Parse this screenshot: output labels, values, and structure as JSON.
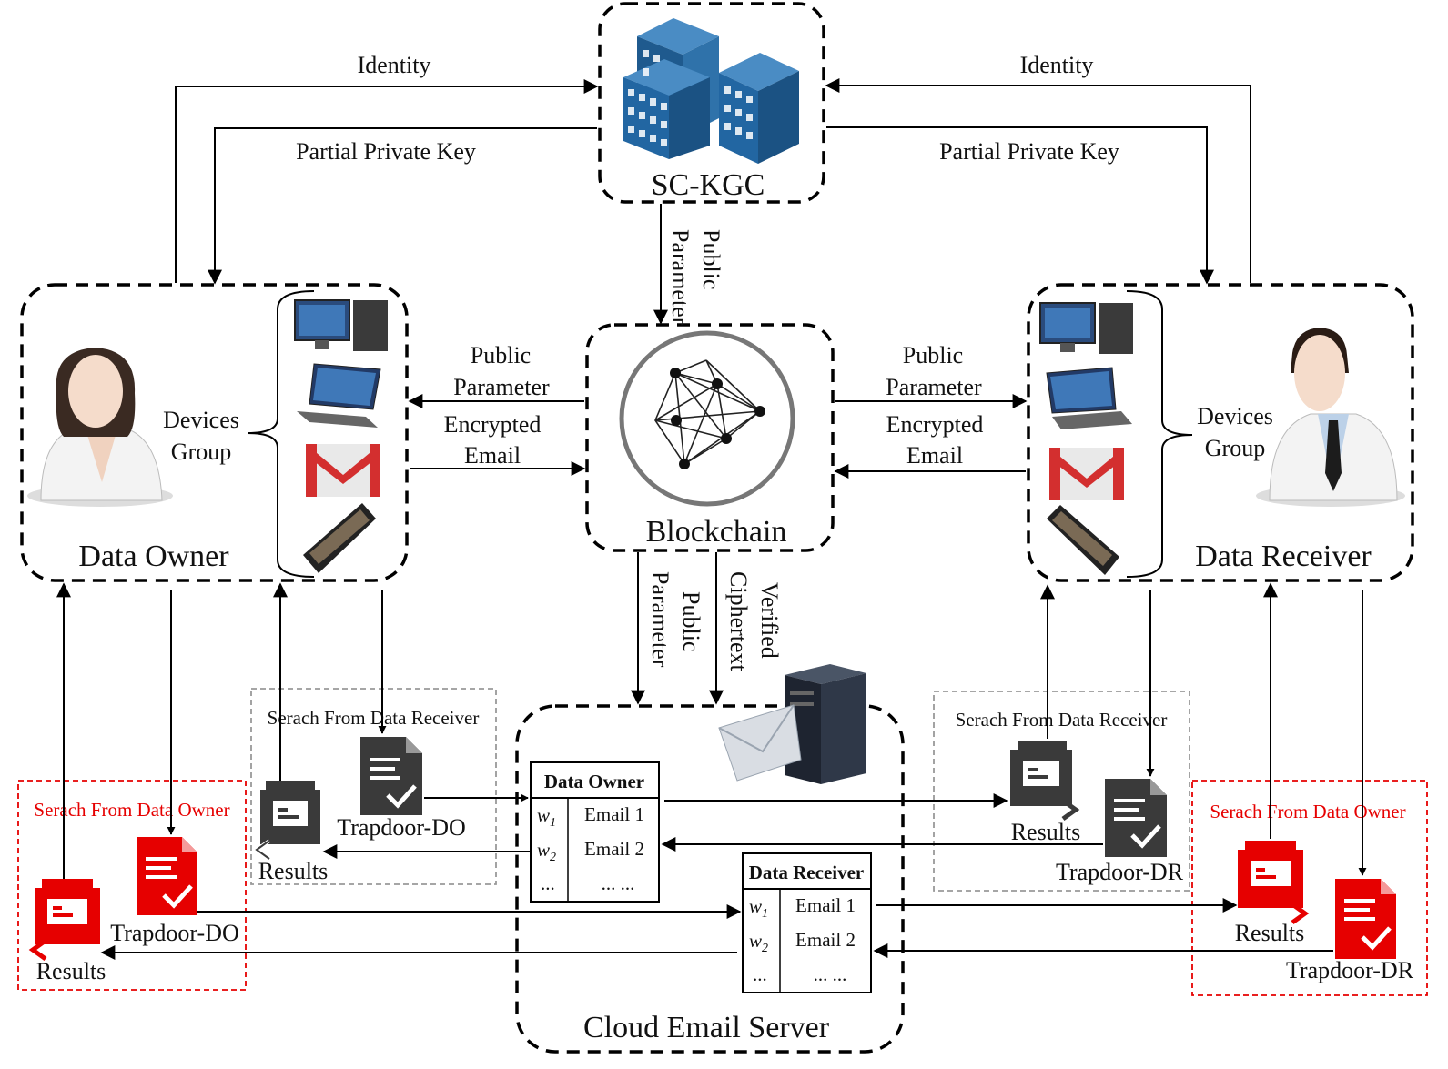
{
  "nodes": {
    "kgc": "SC-KGC",
    "blockchain": "Blockchain",
    "data_owner": "Data Owner",
    "data_receiver": "Data Receiver",
    "cloud": "Cloud Email Server",
    "devices_group_line1": "Devices",
    "devices_group_line2": "Group"
  },
  "edges": {
    "identity": "Identity",
    "partial_private_key": "Partial Private Key",
    "public": "Public",
    "parameter": "Parameter",
    "encrypted": "Encrypted",
    "email": "Email",
    "verified": "Verified",
    "ciphertext": "Ciphertext"
  },
  "search_groups": {
    "from_receiver": "Serach From Data Receiver",
    "from_owner": "Serach From Data Owner",
    "trapdoor_do": "Trapdoor-DO",
    "trapdoor_dr": "Trapdoor-DR",
    "results": "Results"
  },
  "tables": {
    "owner": {
      "title": "Data Owner",
      "rows": [
        {
          "w": "w",
          "sub": "1",
          "email": "Email 1"
        },
        {
          "w": "w",
          "sub": "2",
          "email": "Email 2"
        },
        {
          "w": "...",
          "sub": "",
          "email": "... ..."
        }
      ]
    },
    "receiver": {
      "title": "Data Receiver",
      "rows": [
        {
          "w": "w",
          "sub": "1",
          "email": "Email 1"
        },
        {
          "w": "w",
          "sub": "2",
          "email": "Email 2"
        },
        {
          "w": "...",
          "sub": "",
          "email": "... ..."
        }
      ]
    }
  },
  "colors": {
    "building": "#2a6ea8",
    "red": "#e60000",
    "dark_icon": "#3a3a3a",
    "dashed_gray": "#999999"
  }
}
